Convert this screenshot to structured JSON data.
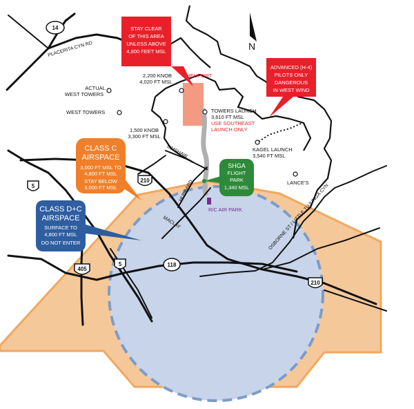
{
  "colors": {
    "class_c": "#f5c89a",
    "class_c_border": "#f0a860",
    "class_d": "#c8d4ea",
    "class_d_border": "#7d9cc8",
    "red_box": "#e8202a",
    "orange_box": "#f07f2a",
    "blue_box": "#2f5ea0",
    "green_box": "#2e8a3a",
    "heliport": "#f39a82",
    "rc_park": "#7a2b8c",
    "launch_path": "#b0b0b0"
  },
  "compass": {
    "label": "N"
  },
  "callouts": {
    "stay_clear": [
      "STAY CLEAR",
      "OF THIS AREA",
      "UNLESS ABOVE",
      "4,800 FEET MSL"
    ],
    "advanced": [
      "ADVANCED (H-4)",
      "PILOTS ONLY",
      "DANGEROUS",
      "IN WEST WIND"
    ],
    "class_c_title": [
      "CLASS C",
      "AIRSPACE"
    ],
    "class_c_body": [
      "3,000 FT MSL TO",
      "4,800 FT MSL"
    ],
    "class_c_body2": [
      "STAY BELOW",
      "3,000 FT MSL"
    ],
    "class_dc_title": [
      "CLASS D+C",
      "AIRSPACE"
    ],
    "class_dc_body": [
      "SURFACE TO",
      "4,800 FT MSL",
      "DO NOT ENTER"
    ],
    "shga": [
      "SHGA",
      "FLIGHT",
      "PARK",
      "1,340 MSL"
    ]
  },
  "places": {
    "heliport": "HELIPORT",
    "knob_2200": [
      "2,200 KNOB",
      "4,020 FT MSL"
    ],
    "actual_west_towers": [
      "ACTUAL",
      "WEST TOWERS"
    ],
    "west_towers": "WEST TOWERS",
    "knob_1500": [
      "1,500 KNOB",
      "3,300 FT MSL"
    ],
    "towers_launch": [
      "TOWERS LAUNCH",
      "3,610 FT MSL"
    ],
    "use_southeast": [
      "USE SOUTHEAST",
      "LAUNCH ONLY"
    ],
    "kagel_launch": [
      "KAGEL LAUNCH",
      "3,540 FT MSL"
    ],
    "lances": "LANCE'S",
    "rc_air_park": "R/C AIR PARK"
  },
  "roads": {
    "placerita": "PLACERITA CYN RD",
    "simshaw": "SIMSHAW",
    "hubbard": "HUBBARD",
    "maclay": "MACLAY",
    "osborne": "OSBORNE ST / LITTLE TUJUNGA CYN"
  },
  "shields": {
    "s14": "14",
    "s5a": "5",
    "s5b": "5",
    "s210a": "210",
    "s210b": "210",
    "s405": "405",
    "s118": "118"
  }
}
